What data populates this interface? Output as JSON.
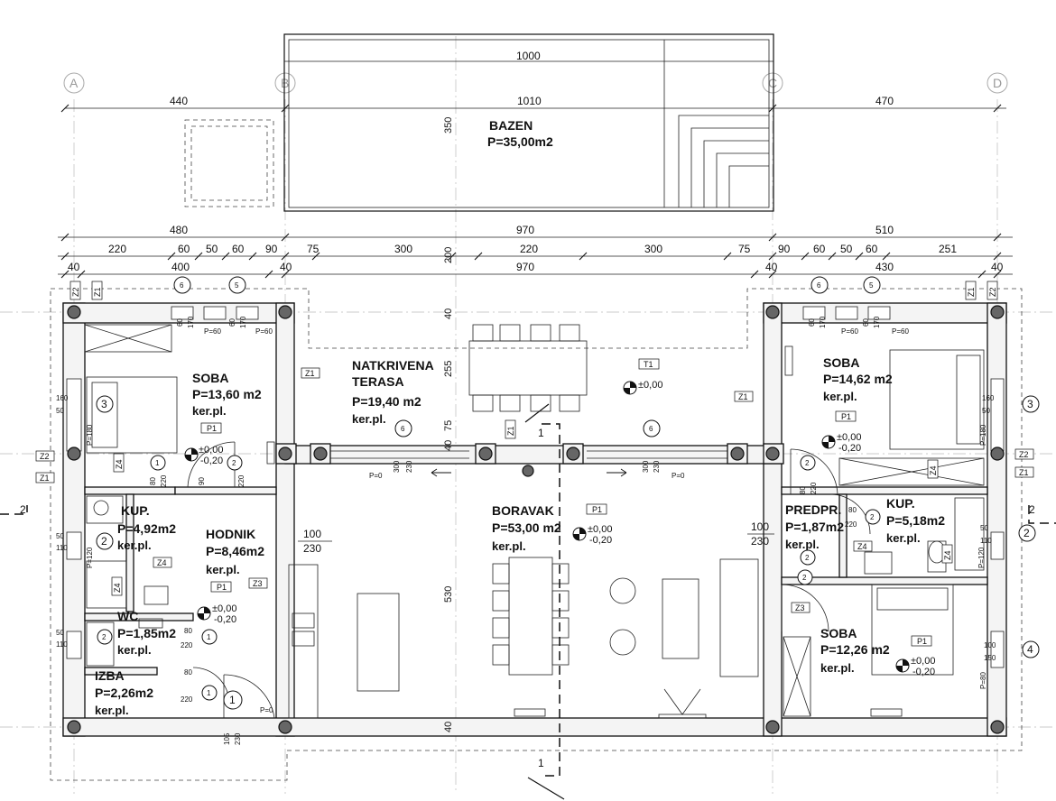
{
  "axes": [
    "A",
    "B",
    "C",
    "D"
  ],
  "row_markers": [
    "3",
    "2",
    "4",
    "2",
    "1"
  ],
  "section_marks": [
    "1",
    "1",
    "2",
    "2"
  ],
  "window_marks": [
    "5",
    "6",
    "6",
    "5",
    "6",
    "6"
  ],
  "door_marks": [
    "1",
    "2",
    "2",
    "2",
    "2",
    "1",
    "1",
    "2",
    "2"
  ],
  "dims_pool": {
    "length": "1000",
    "width": "350",
    "inner": "1010"
  },
  "dims_top_row1": [
    "440",
    "1010",
    "470"
  ],
  "dims_top_row2": [
    "480",
    "970",
    "510"
  ],
  "dims_top_row3": [
    "220",
    "60",
    "50",
    "60",
    "90",
    "75",
    "300",
    "200",
    "220",
    "300",
    "75",
    "90",
    "60",
    "50",
    "60",
    "251"
  ],
  "dims_top_row4": [
    "40",
    "400",
    "40",
    "970",
    "40",
    "430",
    "40"
  ],
  "dims_misc": [
    "40",
    "230",
    "40",
    "170",
    "60",
    "170",
    "60",
    "160",
    "50",
    "80",
    "220",
    "90",
    "220",
    "530",
    "40",
    "300",
    "230",
    "300",
    "230",
    "100",
    "230",
    "100",
    "230",
    "50",
    "110",
    "50",
    "110",
    "80",
    "220",
    "80",
    "220",
    "105",
    "230",
    "160",
    "50",
    "50",
    "110",
    "100",
    "150",
    "80",
    "220",
    "80",
    "220",
    "255",
    "75"
  ],
  "tags": [
    "Z1",
    "Z2",
    "Z1",
    "Z4",
    "Z4",
    "Z3",
    "Z4",
    "Z3",
    "Z1",
    "Z2",
    "Z1",
    "Z4",
    "Z4",
    "Z4",
    "Z2",
    "Z1",
    "T1",
    "Z1",
    "Z2",
    "Z1"
  ],
  "small_labels": [
    "P=60",
    "P=60",
    "P=60",
    "P=60",
    "P=180",
    "P=120",
    "P=0",
    "P=0",
    "P=0",
    "P=180",
    "P=120",
    "P=80"
  ],
  "levels": [
    {
      "main": "±0,00",
      "sub": "-0,20"
    },
    {
      "main": "±0,00",
      "sub": "-0,20"
    },
    {
      "main": "±0,00",
      "sub": "-0,20"
    },
    {
      "main": "±0,00",
      "sub": "-0,20"
    },
    {
      "main": "±0,00",
      "sub": "-0,20"
    },
    {
      "main": "±0,00",
      "sub": ""
    }
  ],
  "rooms": [
    {
      "name": "BAZEN",
      "area": "P=35,00m2",
      "floor": ""
    },
    {
      "name": "SOBA",
      "area": "P=13,60 m2",
      "floor": "ker.pl.",
      "badge": "P1"
    },
    {
      "name": "NATKRIVENA",
      "name2": "TERASA",
      "area": "P=19,40 m2",
      "floor": "ker.pl."
    },
    {
      "name": "KUP.",
      "area": "P=4,92m2",
      "floor": "ker.pl."
    },
    {
      "name": "HODNIK",
      "area": "P=8,46m2",
      "floor": "ker.pl.",
      "badge": "P1"
    },
    {
      "name": "WC",
      "area": "P=1,85m2",
      "floor": "ker.pl."
    },
    {
      "name": "IZBA",
      "area": "P=2,26m2",
      "floor": "ker.pl."
    },
    {
      "name": "BORAVAK",
      "area": "P=53,00 m2",
      "floor": "ker.pl.",
      "badge": "P1"
    },
    {
      "name": "SOBA",
      "area": "P=14,62 m2",
      "floor": "ker.pl.",
      "badge": "P1"
    },
    {
      "name": "PREDPR.",
      "area": "P=1,87m2",
      "floor": "ker.pl."
    },
    {
      "name": "KUP.",
      "area": "P=5,18m2",
      "floor": "ker.pl."
    },
    {
      "name": "SOBA",
      "area": "P=12,26 m2",
      "floor": "ker.pl.",
      "badge": "P1"
    }
  ]
}
